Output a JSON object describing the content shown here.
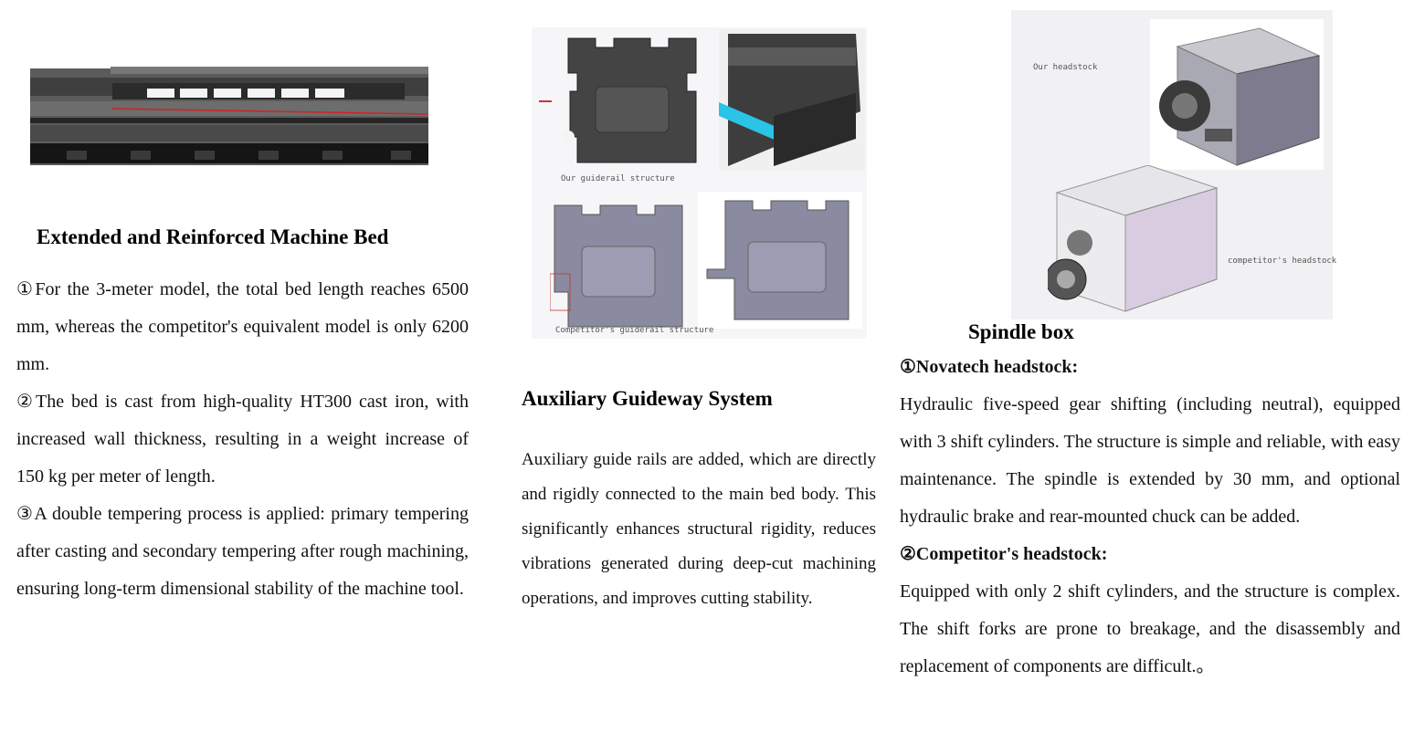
{
  "bed": {
    "heading": "Extended and Reinforced Machine Bed",
    "points": [
      "①For the 3-meter model, the total bed length reaches 6500 mm, whereas the competitor's equivalent model is only 6200 mm.",
      "②The bed is cast from high-quality HT300 cast iron, with increased wall thickness, resulting in a weight increase of 150 kg per meter of length.",
      "③A double tempering process is applied: primary tempering after casting and secondary tempering after rough machining, ensuring long-term dimensional stability of the machine tool."
    ]
  },
  "guideway": {
    "caption_ours": "Our guiderail structure",
    "caption_competitor": "Competitor's guiderail structure",
    "heading": "Auxiliary Guideway System",
    "body": "Auxiliary guide rails are added, which are directly and rigidly connected to the main bed body. This significantly enhances structural rigidity, reduces vibrations generated during deep-cut machining operations, and improves cutting stability."
  },
  "spindle": {
    "caption_ours": "Our headstock",
    "caption_competitor": "competitor's headstock",
    "heading": "Spindle box",
    "ours_title": "①Novatech headstock:",
    "ours_body": "Hydraulic five-speed gear shifting (including neutral), equipped with 3 shift cylinders. The structure is simple and reliable, with easy maintenance. The spindle is extended by 30 mm, and optional hydraulic brake and rear-mounted chuck can be added.",
    "comp_title": "②Competitor's headstock:",
    "comp_body": "Equipped with only 2 shift cylinders, and the structure is complex. The shift forks are prone to breakage, and the disassembly and replacement of components are difficult.。"
  }
}
